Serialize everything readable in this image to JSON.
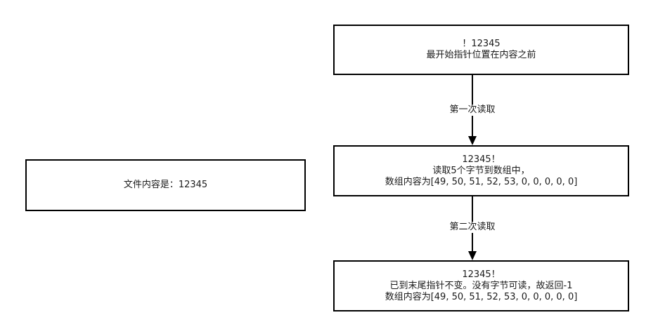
{
  "file_box": {
    "text": "文件内容是：12345"
  },
  "states": [
    {
      "lines": [
        "！12345",
        "最开始指针位置在内容之前"
      ]
    },
    {
      "lines": [
        "12345！",
        "读取5个字节到数组中，",
        "数组内容为[49, 50, 51, 52, 53, 0, 0, 0, 0, 0]"
      ]
    },
    {
      "lines": [
        "12345！",
        "已到末尾指针不变。没有字节可读，故返回-1",
        "数组内容为[49, 50, 51, 52, 53, 0, 0, 0, 0, 0]"
      ]
    }
  ],
  "edges": [
    {
      "label": "第一次读取"
    },
    {
      "label": "第二次读取"
    }
  ]
}
